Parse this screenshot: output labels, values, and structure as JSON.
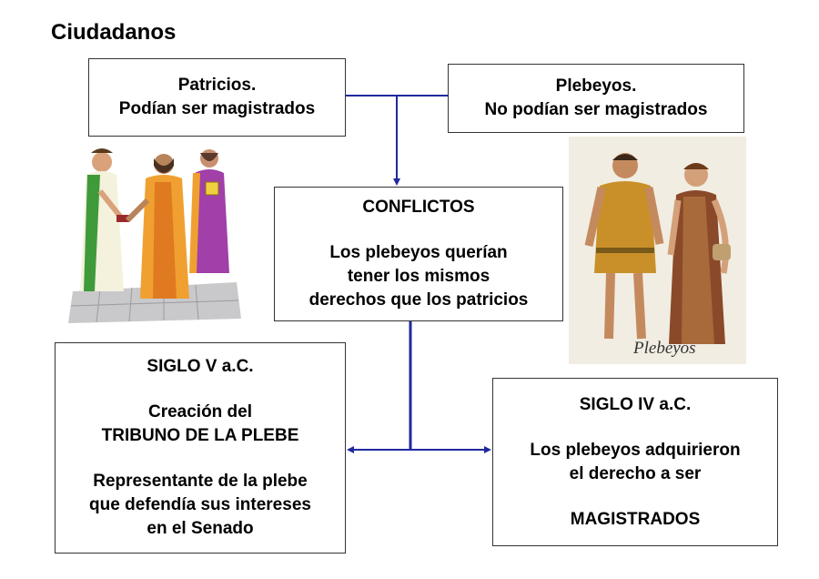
{
  "title": "Ciudadanos",
  "patricios": {
    "line1": "Patricios.",
    "line2": "Podían ser magistrados"
  },
  "plebeyos": {
    "line1": "Plebeyos.",
    "line2": "No podían ser magistrados"
  },
  "conflictos": {
    "heading": "CONFLICTOS",
    "lines": [
      "Los plebeyos querían",
      "tener los mismos",
      "derechos que los patricios"
    ]
  },
  "siglo_v": {
    "heading": "SIGLO V a.C.",
    "lines": [
      "Creación del",
      "TRIBUNO DE LA PLEBE"
    ],
    "desc": [
      "Representante de la plebe",
      "que defendía sus intereses",
      "en el Senado"
    ]
  },
  "siglo_iv": {
    "heading": "SIGLO IV a.C.",
    "lines": [
      "Los plebeyos adquirieron",
      "el derecho a ser"
    ],
    "final": "MAGISTRADOS"
  },
  "plebeyos_caption": "Plebeyos",
  "colors": {
    "connector": "#1f2a9e",
    "box_border": "#333333"
  }
}
